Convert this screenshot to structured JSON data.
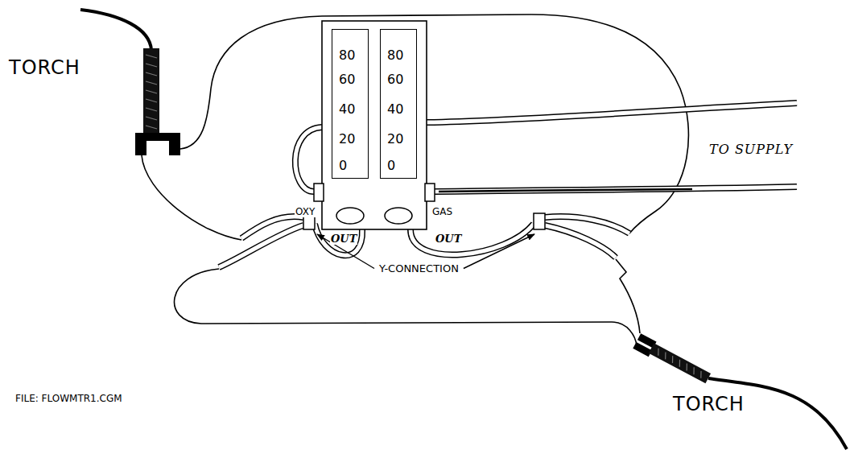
{
  "diagram": {
    "nodes": [
      {
        "text": [
          "80",
          "60",
          "40",
          "20",
          "0"
        ]
      },
      {
        "text": [
          "80",
          "60",
          "40",
          "20",
          "0"
        ]
      }
    ],
    "labels": [
      "TORCH",
      "OXY",
      "GAS",
      "OUT",
      "OUT",
      "TO SUPPLY",
      "Y-CONNECTION",
      "TORCH",
      "FILE: FLOWMTR1.CGM"
    ]
  }
}
